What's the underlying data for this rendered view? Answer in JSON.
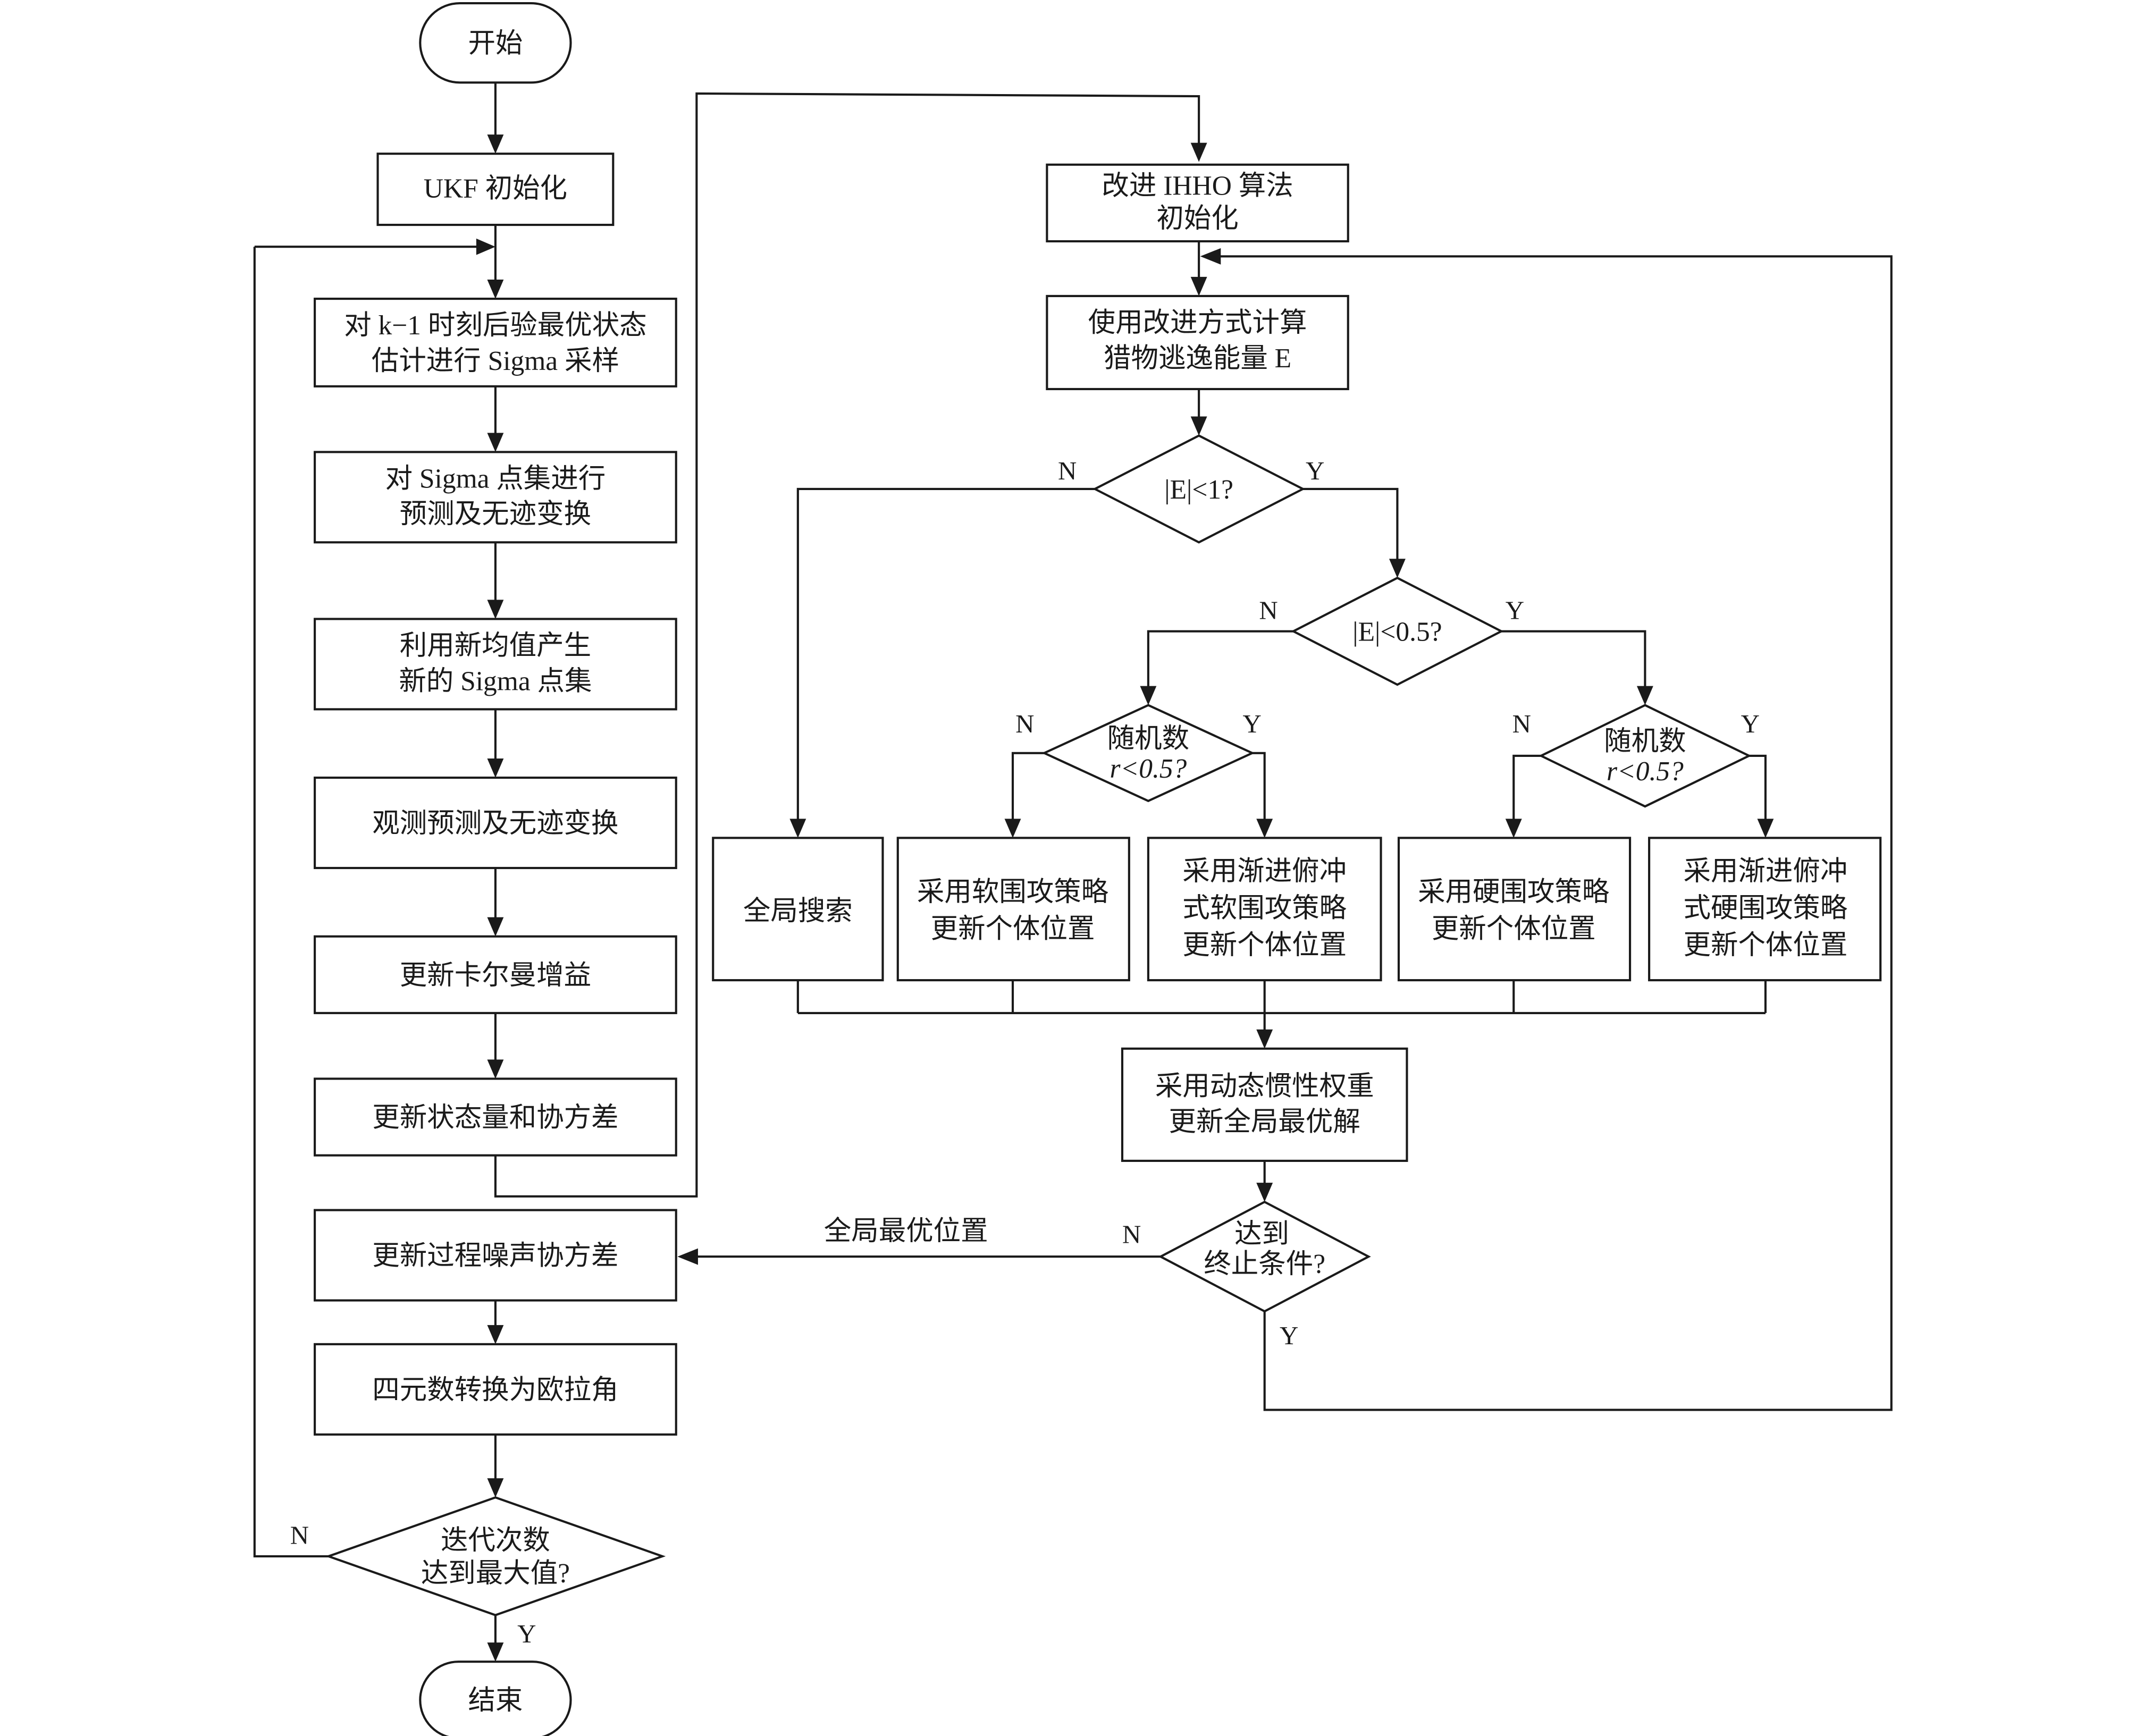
{
  "nodes": {
    "start": "开始",
    "ukf_init": "UKF 初始化",
    "sigma_sample": [
      "对 k−1 时刻后验最优状态",
      "估计进行 Sigma 采样"
    ],
    "sigma_predict": [
      "对 Sigma 点集进行",
      "预测及无迹变换"
    ],
    "new_sigma": [
      "利用新均值产生",
      "新的 Sigma 点集"
    ],
    "observe": "观测预测及无迹变换",
    "kalman_gain": "更新卡尔曼增益",
    "update_state": "更新状态量和协方差",
    "update_noise": "更新过程噪声协方差",
    "quat_euler": "四元数转换为欧拉角",
    "iter_max": [
      "迭代次数",
      "达到最大值?"
    ],
    "end": "结束",
    "ihho_init": [
      "改进 IHHO 算法",
      "初始化"
    ],
    "calc_energy": [
      "使用改进方式计算",
      "猎物逃逸能量 E"
    ],
    "e_lt_1": "|E|<1?",
    "e_lt_05": "|E|<0.5?",
    "rand_left": [
      "随机数",
      "r<0.5?"
    ],
    "rand_right": [
      "随机数",
      "r<0.5?"
    ],
    "global_search": "全局搜索",
    "soft_siege": [
      "采用软围攻策略",
      "更新个体位置"
    ],
    "soft_dive": [
      "采用渐进俯冲",
      "式软围攻策略",
      "更新个体位置"
    ],
    "hard_siege": [
      "采用硬围攻策略",
      "更新个体位置"
    ],
    "hard_dive": [
      "采用渐进俯冲",
      "式硬围攻策略",
      "更新个体位置"
    ],
    "inertia": [
      "采用动态惯性权重",
      "更新全局最优解"
    ],
    "terminate": [
      "达到",
      "终止条件?"
    ]
  },
  "edge_labels": {
    "yes": "Y",
    "no": "N",
    "global_best_position": "全局最优位置"
  }
}
